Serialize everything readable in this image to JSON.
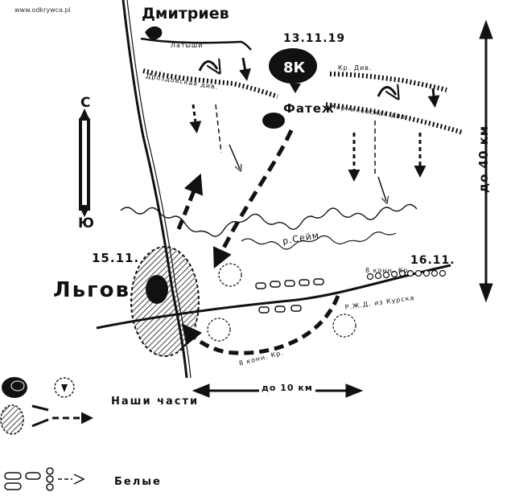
{
  "watermark": "www.odkrywca.pl",
  "places": {
    "dmitriev": "Дмитриев",
    "lgov": "Льгов",
    "fateh": "Фатеж",
    "river_seim": "р.Сейм"
  },
  "dates": {
    "date_13_11": "13.11.19",
    "date_15_11": "15.11.",
    "date_16_11": "16.11."
  },
  "units": {
    "latyshi": "Латыши",
    "drozdovskaya": "Дроздовская див.",
    "krasn_div": "Кр. Див.",
    "kornilovskaya": "Корниловская див.",
    "konn_div_1": "8 конн. Кр.",
    "konn_div_2": "8 конн. Кр.",
    "rzhd_kursk": "Р.Ж.Д. из Курска"
  },
  "compass": {
    "north": "С",
    "south": "Ю"
  },
  "scale": {
    "vertical": "до 40 км",
    "horizontal": "до 10 км"
  },
  "legend": {
    "ours": "Наши части",
    "whites": "Белые"
  },
  "icons": [
    "cavalry-horse-head-icon",
    "infantry-column-icon",
    "attack-arrow-icon",
    "city-hatched-icon"
  ],
  "colors": {
    "ink": "#111111",
    "paper": "#ffffff"
  }
}
